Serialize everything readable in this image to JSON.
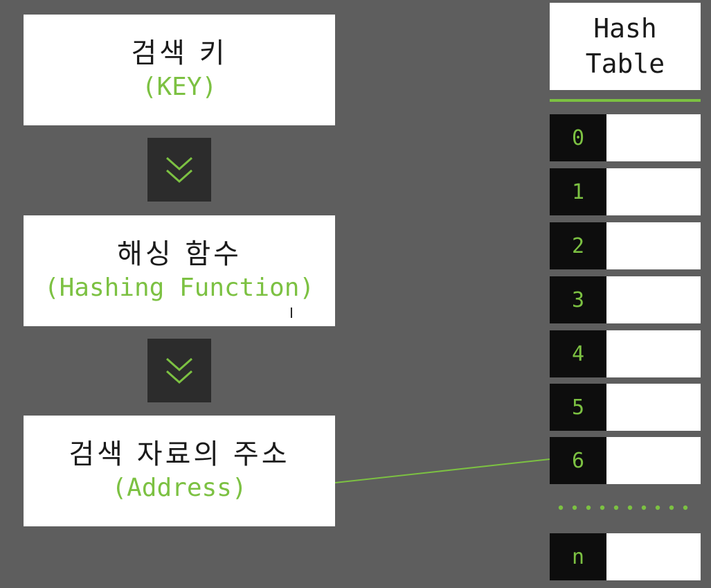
{
  "flow": {
    "key": {
      "title": "검색 키",
      "sub": "(KEY)"
    },
    "hash_function": {
      "title": "해싱 함수",
      "sub": "(Hashing Function)"
    },
    "address": {
      "title": "검색 자료의 주소",
      "sub": "(Address)"
    }
  },
  "hash_table": {
    "header_line1": "Hash",
    "header_line2": "Table",
    "indices": [
      "0",
      "1",
      "2",
      "3",
      "4",
      "5",
      "6"
    ],
    "last_index": "n",
    "linked_index": "6"
  },
  "colors": {
    "accent_green": "#7cc142",
    "background": "#5e5e5e",
    "dark": "#2c2c2c",
    "index_bg": "#0d0d0d"
  },
  "icons": {
    "arrow": "double-chevron-down-icon"
  }
}
